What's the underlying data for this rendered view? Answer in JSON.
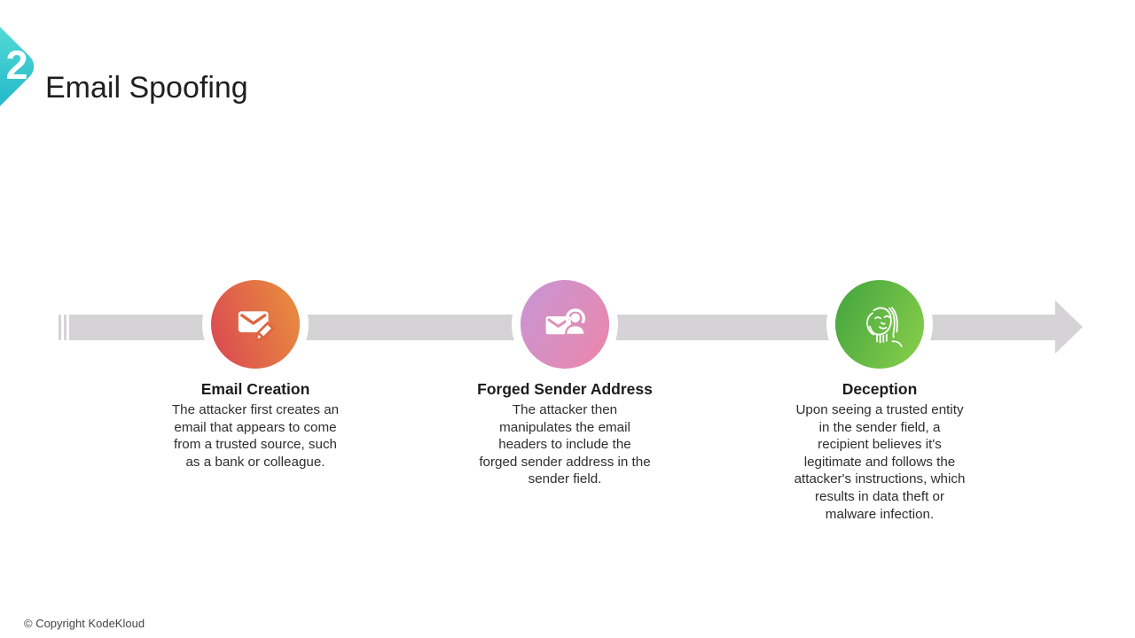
{
  "slide": {
    "number": "2",
    "title": "Email Spoofing",
    "copyright": "© Copyright KodeKloud"
  },
  "theme": {
    "badge_gradient": [
      "#5ce0d8",
      "#1bb2c8"
    ],
    "timeline_color": "#d5d3d5",
    "heading_color": "#1c1c1c",
    "body_color": "#2e2e2e"
  },
  "steps": [
    {
      "title": "Email Creation",
      "description": "The attacker first creates an email that appears to come from a trusted source, such as a bank or colleague.",
      "icon": "email-pencil-icon",
      "colors": [
        "#da4553",
        "#e9923c"
      ],
      "gradient_angle": "70deg",
      "icon_accent": "#e0633f"
    },
    {
      "title": "Forged Sender Address",
      "description": "The attacker then manipulates the email headers to include the forged sender address in the sender field.",
      "icon": "email-user-icon",
      "colors": [
        "#c796d5",
        "#ec86aa"
      ],
      "gradient_angle": "120deg",
      "icon_accent": "#dd90b8"
    },
    {
      "title": "Deception",
      "description": "Upon seeing a trusted entity in the sender field, a recipient believes it's legitimate and follows the attacker's instructions, which results in data theft or malware infection.",
      "icon": "deception-face-icon",
      "colors": [
        "#42a33e",
        "#8ad04b"
      ],
      "gradient_angle": "115deg",
      "icon_accent": "#6abf44"
    }
  ]
}
